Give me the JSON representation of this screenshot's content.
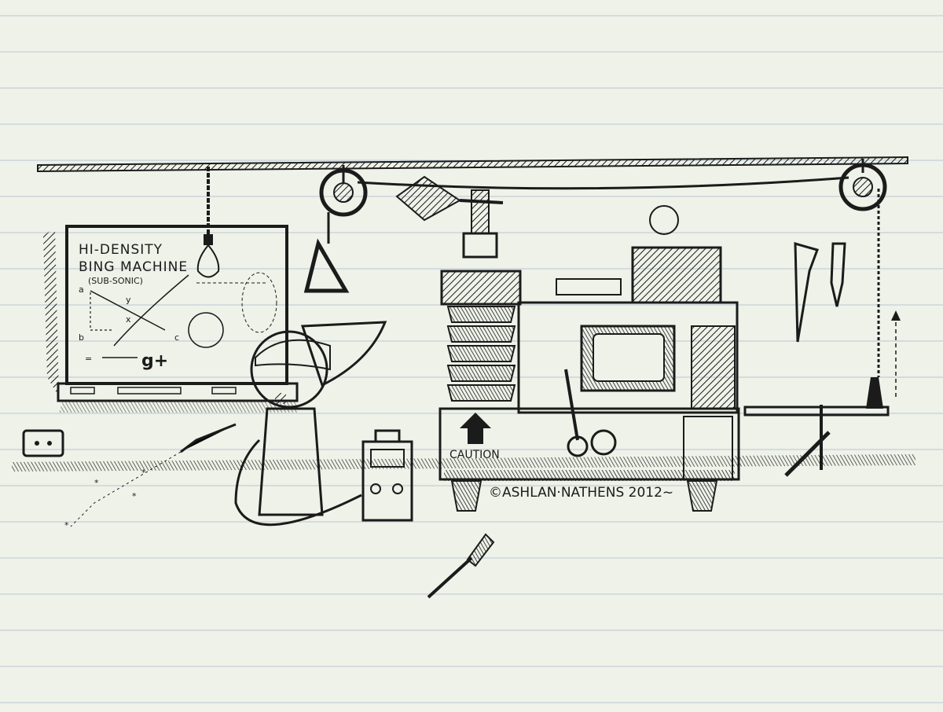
{
  "chalkboard": {
    "title_line1": "HI-DENSITY",
    "title_line2": "BING MACHINE",
    "title_line3": "(SUB-SONIC)",
    "label_a": "a",
    "label_b": "b",
    "label_c": "c",
    "label_x": "x",
    "label_y": "y",
    "label_eq": "=",
    "label_logo": "g+"
  },
  "machine": {
    "caution_label": "CAUTION"
  },
  "signature": "©ASHLAN·NATHENS 2012~",
  "colors": {
    "paper": "#eef2e8",
    "rule_line": "#b9c6d6",
    "ink": "#1b1b1b"
  }
}
